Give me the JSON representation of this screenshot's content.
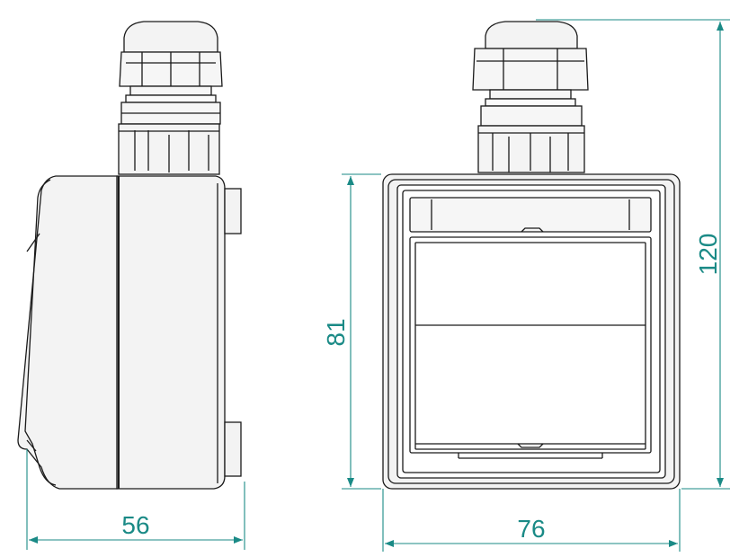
{
  "dimensions": {
    "side_width": "56",
    "front_width": "76",
    "front_height": "81",
    "total_height": "120"
  },
  "colors": {
    "line": "#1a1a1a",
    "housing_fill": "#f3f3f3",
    "dimension": "#1a8a86",
    "background": "#ffffff"
  }
}
